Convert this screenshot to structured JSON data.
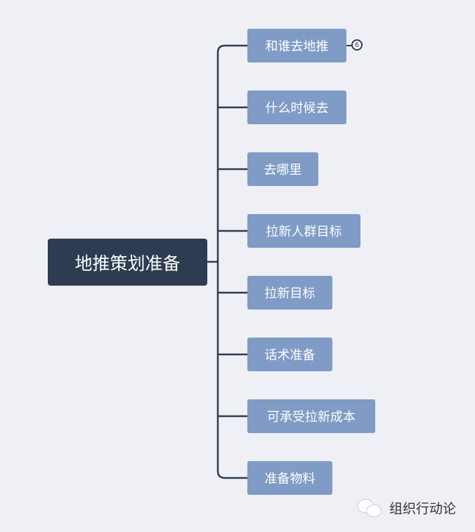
{
  "root": {
    "label": "地推策划准备"
  },
  "children": [
    {
      "label": "和谁去地推",
      "badge": "6"
    },
    {
      "label": "什么时候去"
    },
    {
      "label": "去哪里"
    },
    {
      "label": "拉新人群目标"
    },
    {
      "label": "拉新目标"
    },
    {
      "label": "话术准备"
    },
    {
      "label": "可承受拉新成本"
    },
    {
      "label": "准备物料"
    }
  ],
  "watermark": {
    "text": "组织行动论",
    "icon": "wechat-icon"
  },
  "colors": {
    "root": "#2d3c50",
    "child": "#7f9bc6",
    "line": "#2d3c50",
    "background": "#eef0f5"
  }
}
